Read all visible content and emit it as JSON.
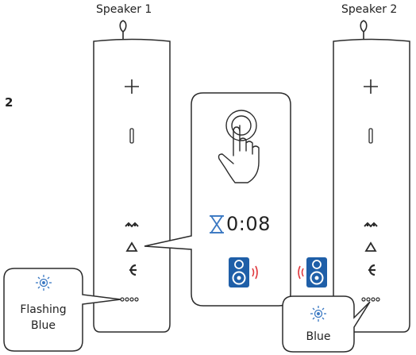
{
  "step_number": "2",
  "speaker1": {
    "label": "Speaker 1"
  },
  "speaker2": {
    "label": "Speaker 2"
  },
  "center_panel": {
    "timer": "0:08",
    "timer_icon": "hourglass-icon"
  },
  "callout_left": {
    "line1": "Flashing",
    "line2": "Blue",
    "icon": "light-burst-icon"
  },
  "callout_right": {
    "text": "Blue",
    "icon": "light-burst-icon"
  },
  "colors": {
    "outline": "#2b2b2b",
    "speaker_icon_bg": "#1f5fa8",
    "signal_red": "#e0393e",
    "hourglass_blue": "#3a78c2",
    "light_blue": "#3a78c2"
  }
}
